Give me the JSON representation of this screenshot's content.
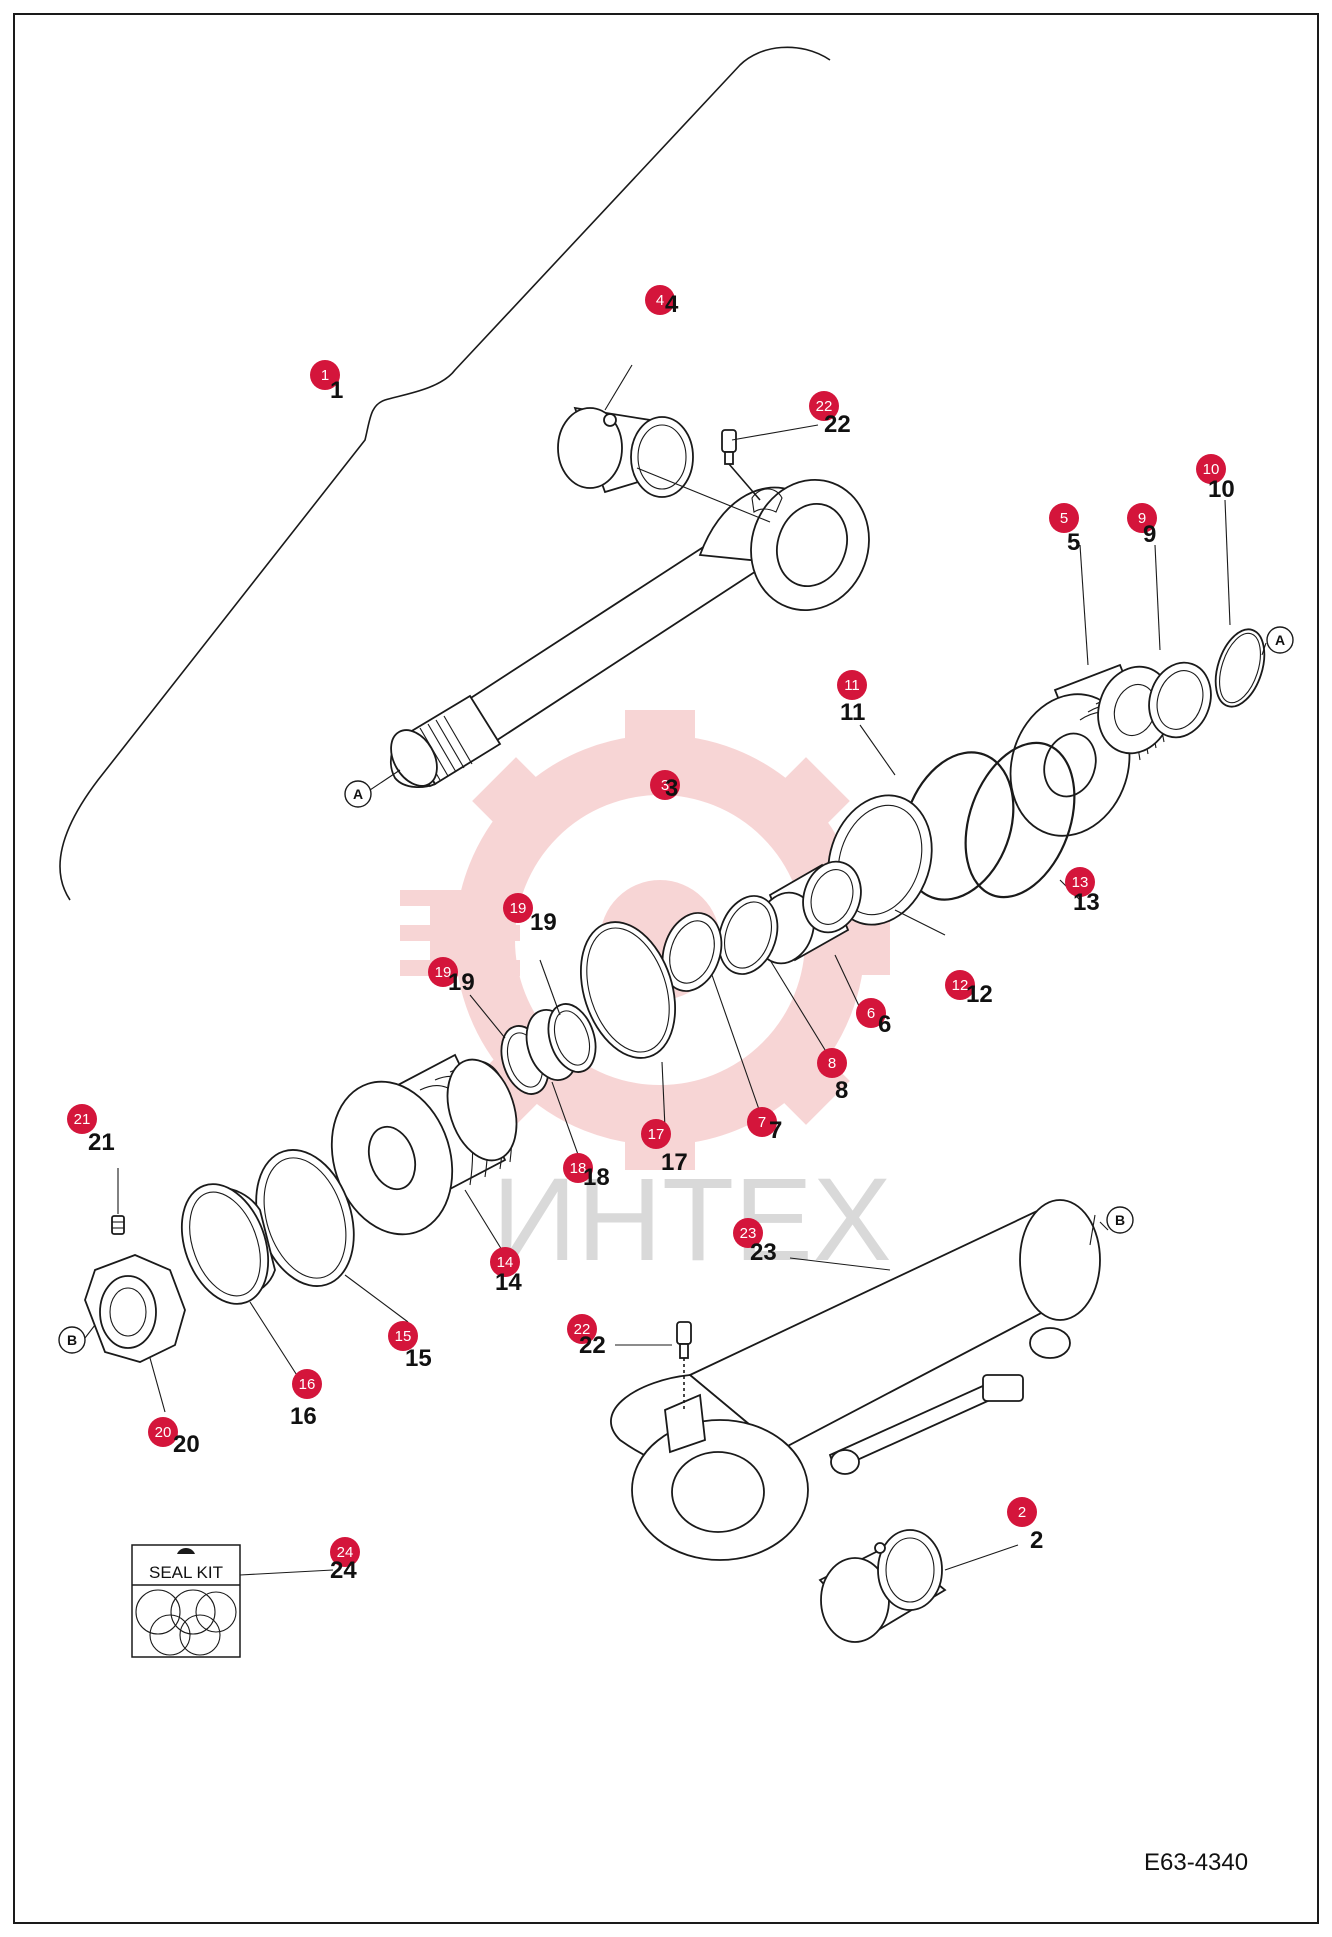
{
  "drawing_number": "E63-4340",
  "watermark_text": "ИНТЕХ",
  "seal_kit_label": "SEAL KIT",
  "colors": {
    "badge": "#d4153b",
    "watermark": "#f2b3b3",
    "line": "#1a1a1a"
  },
  "reference_markers": [
    "A",
    "A",
    "B",
    "B"
  ],
  "callouts": [
    {
      "badge": "1",
      "label": "1"
    },
    {
      "badge": "2",
      "label": "2"
    },
    {
      "badge": "3",
      "label": "3"
    },
    {
      "badge": "4",
      "label": "4"
    },
    {
      "badge": "5",
      "label": "5"
    },
    {
      "badge": "6",
      "label": "6"
    },
    {
      "badge": "7",
      "label": "7"
    },
    {
      "badge": "8",
      "label": "8"
    },
    {
      "badge": "9",
      "label": "9"
    },
    {
      "badge": "10",
      "label": "10"
    },
    {
      "badge": "11",
      "label": "11"
    },
    {
      "badge": "12",
      "label": "12"
    },
    {
      "badge": "13",
      "label": "13"
    },
    {
      "badge": "14",
      "label": "14"
    },
    {
      "badge": "15",
      "label": "15"
    },
    {
      "badge": "16",
      "label": "16"
    },
    {
      "badge": "17",
      "label": "17"
    },
    {
      "badge": "18",
      "label": "18"
    },
    {
      "badge": "19",
      "label": "19"
    },
    {
      "badge": "19",
      "label": "19"
    },
    {
      "badge": "20",
      "label": "20"
    },
    {
      "badge": "21",
      "label": "21"
    },
    {
      "badge": "22",
      "label": "22"
    },
    {
      "badge": "22",
      "label": "22"
    },
    {
      "badge": "23",
      "label": "23"
    },
    {
      "badge": "24",
      "label": "24"
    }
  ]
}
